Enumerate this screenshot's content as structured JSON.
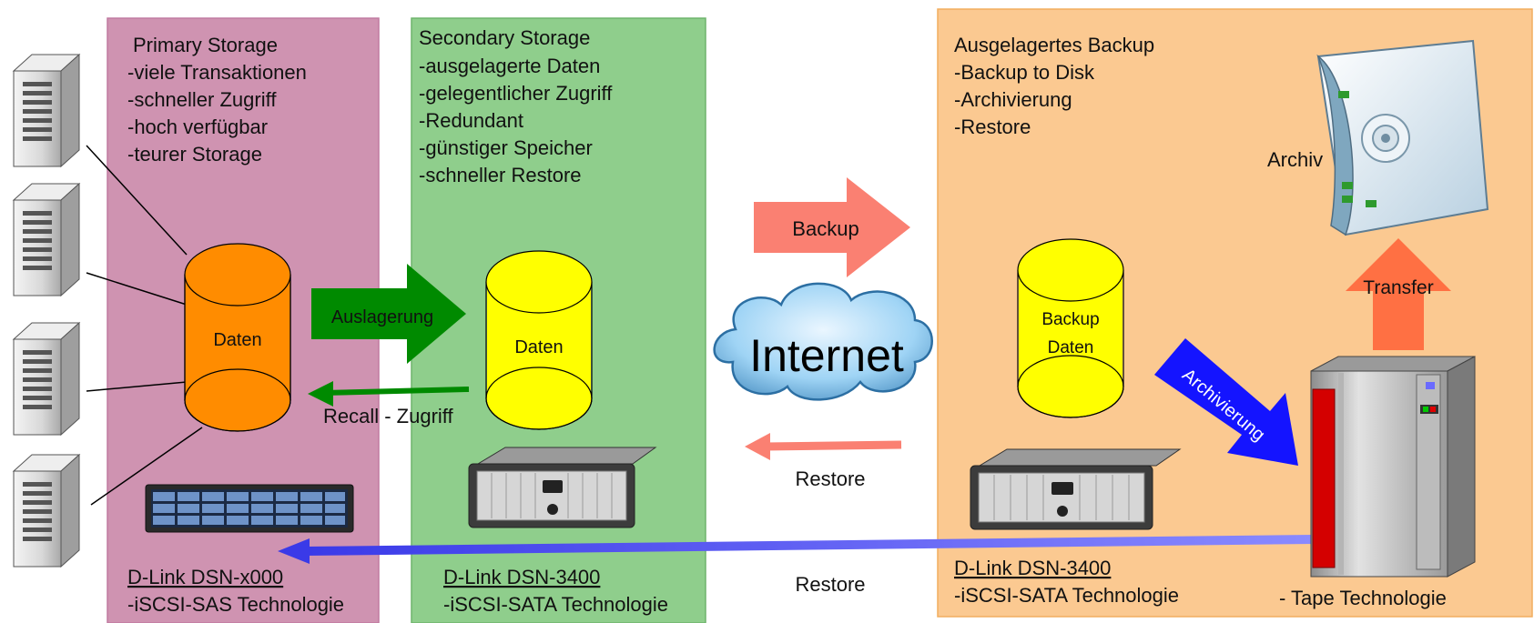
{
  "primary": {
    "title": "Primary Storage",
    "features": [
      "-viele Transaktionen",
      "-schneller Zugriff",
      "-hoch verfügbar",
      "-teurer Storage"
    ],
    "cylinder_label": "Daten",
    "device_name": "D-Link DSN-x000",
    "device_tech": "-iSCSI-SAS Technologie"
  },
  "secondary": {
    "title": "Secondary Storage",
    "features": [
      "-ausgelagerte Daten",
      "-gelegentlicher Zugriff",
      "-Redundant",
      "-günstiger Speicher",
      "-schneller Restore"
    ],
    "cylinder_label": "Daten",
    "device_name": "D-Link DSN-3400",
    "device_tech": "-iSCSI-SATA Technologie"
  },
  "backup_zone": {
    "title": "Ausgelagertes Backup",
    "features": [
      "-Backup to Disk",
      "-Archivierung",
      "-Restore"
    ],
    "cylinder_label_1": "Backup",
    "cylinder_label_2": "Daten",
    "device_name": "D-Link DSN-3400",
    "device_tech": "-iSCSI-SATA Technologie",
    "archive_label": "Archiv",
    "tape_label": "-  Tape Technologie"
  },
  "arrows": {
    "auslagerung": "Auslagerung",
    "recall": "Recall - Zugriff",
    "backup": "Backup",
    "restore_1": "Restore",
    "restore_2": "Restore",
    "archivierung": "Archivierung",
    "transfer": "Transfer"
  },
  "cloud_label": "Internet",
  "colors": {
    "primary_zone": "#cf93b1",
    "secondary_zone": "#8fce8c",
    "backup_zone": "#fbc991",
    "orange_cylinder": "#ff8c00",
    "yellow_cylinder": "#ffff00",
    "green_arrow": "#008a00",
    "salmon_arrow": "#fa8072",
    "blue_arrow": "#1414ff",
    "restore_line": "#5656e6",
    "transfer_arrow": "#ff7043"
  }
}
